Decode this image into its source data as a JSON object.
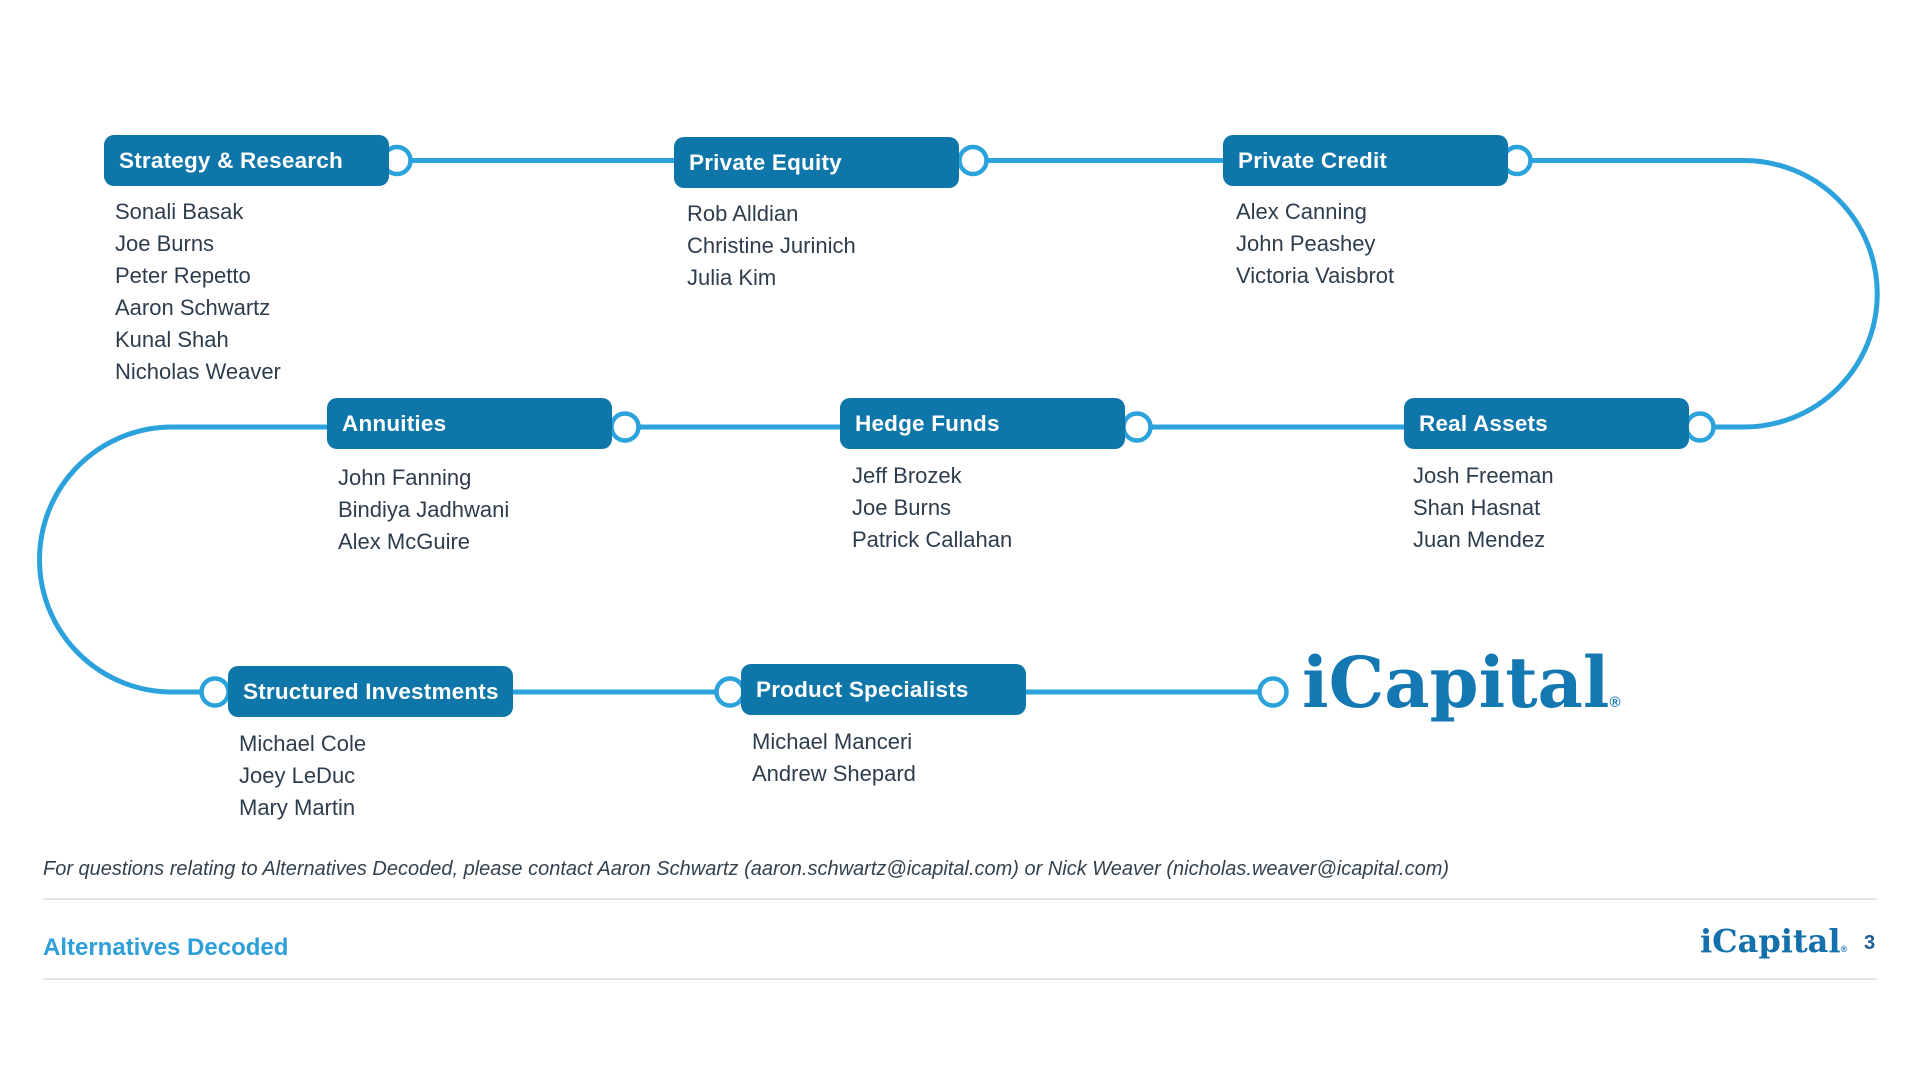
{
  "diagram": {
    "groups": [
      {
        "label": "Strategy & Research",
        "members": [
          "Sonali Basak",
          "Joe Burns",
          "Peter Repetto",
          "Aaron Schwartz",
          "Kunal Shah",
          "Nicholas Weaver"
        ]
      },
      {
        "label": "Private Equity",
        "members": [
          "Rob Alldian",
          "Christine Jurinich",
          "Julia Kim"
        ]
      },
      {
        "label": "Private Credit",
        "members": [
          "Alex Canning",
          "John Peashey",
          "Victoria Vaisbrot"
        ]
      },
      {
        "label": "Annuities",
        "members": [
          "John Fanning",
          "Bindiya Jadhwani",
          "Alex McGuire"
        ]
      },
      {
        "label": "Hedge Funds",
        "members": [
          "Jeff Brozek",
          "Joe Burns",
          "Patrick Callahan"
        ]
      },
      {
        "label": "Real Assets",
        "members": [
          "Josh Freeman",
          "Shan Hasnat",
          "Juan Mendez"
        ]
      },
      {
        "label": "Structured Investments",
        "members": [
          "Michael Cole",
          "Joey LeDuc",
          "Mary Martin"
        ]
      },
      {
        "label": "Product Specialists",
        "members": [
          "Michael Manceri",
          "Andrew Shepard"
        ]
      }
    ],
    "logo_text": "iCapital",
    "logo_mark": "®"
  },
  "footer": {
    "note": "For questions relating to Alternatives Decoded, please contact Aaron Schwartz (aaron.schwartz@icapital.com) or Nick Weaver (nicholas.weaver@icapital.com)",
    "deck_title": "Alternatives Decoded",
    "logo_text": "iCapital",
    "logo_mark": "®",
    "page_number": "3"
  },
  "colors": {
    "box_blue": "#0E76A9",
    "line_blue": "#2BA2DC",
    "name_text": "#2E3D4D",
    "logo_blue": "#1478B3",
    "footer_accent_blue": "#2E9FD8",
    "page_number_blue": "#1C5E94",
    "hairline": "#DDE5EB"
  }
}
